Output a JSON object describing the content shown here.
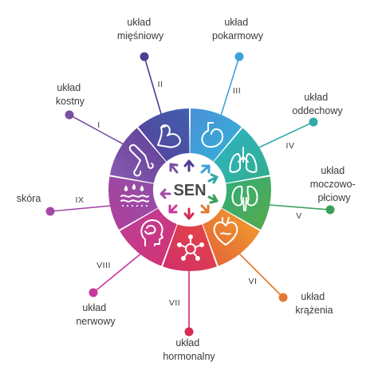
{
  "center": {
    "label": "SEN"
  },
  "systems": [
    {
      "numeral": "I",
      "label": [
        "układ",
        "kostny"
      ],
      "color": "#7b4fa2",
      "icon": "bone-joint-icon"
    },
    {
      "numeral": "II",
      "label": [
        "układ",
        "mięśniowy"
      ],
      "color": "#4e3d91",
      "icon": "muscle-arm-icon"
    },
    {
      "numeral": "III",
      "label": [
        "układ",
        "pokarmowy"
      ],
      "color": "#3ea1dc",
      "icon": "stomach-icon"
    },
    {
      "numeral": "IV",
      "label": [
        "układ",
        "oddechowy"
      ],
      "color": "#31a9a4",
      "icon": "lungs-icon"
    },
    {
      "numeral": "V",
      "label": [
        "układ",
        "moczowo-",
        "płciowy"
      ],
      "color": "#3ba05a",
      "icon": "kidneys-icon"
    },
    {
      "numeral": "VI",
      "label": [
        "układ",
        "krążenia"
      ],
      "color": "#e07a2e",
      "icon": "heart-icon"
    },
    {
      "numeral": "VII",
      "label": [
        "układ",
        "hormonalny"
      ],
      "color": "#d62b55",
      "icon": "hormone-molecule-icon"
    },
    {
      "numeral": "VIII",
      "label": [
        "układ",
        "nerwowy"
      ],
      "color": "#c8389a",
      "icon": "head-brain-icon"
    },
    {
      "numeral": "IX",
      "label": [
        "skóra"
      ],
      "color": "#a24aa6",
      "icon": "skin-layers-icon"
    }
  ]
}
